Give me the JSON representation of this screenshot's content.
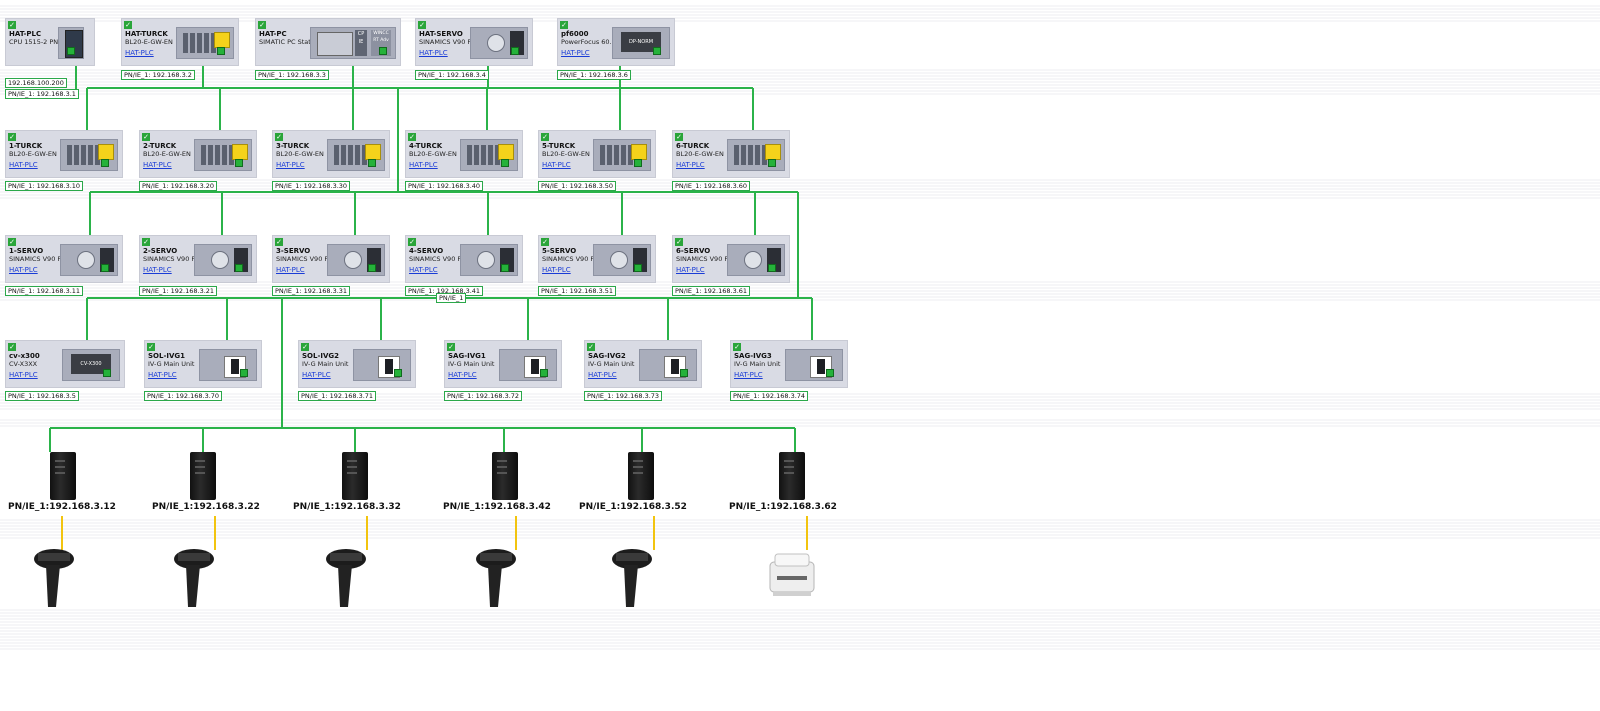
{
  "header_devices": [
    {
      "id": "hat-plc",
      "name": "HAT-PLC",
      "type": "CPU 1515-2 PN",
      "link": "",
      "iface": "PN/IE_1: 192.168.3.1",
      "iface2": "192.168.100.200",
      "img": "plc"
    },
    {
      "id": "hat-turck",
      "name": "HAT-TURCK",
      "type": "BL20-E-GW-EN",
      "link": "HAT-PLC",
      "iface": "PN/IE_1: 192.168.3.2",
      "img": "turck"
    },
    {
      "id": "hat-pc",
      "name": "HAT-PC",
      "type": "SIMATIC PC Stat...",
      "link": "",
      "iface": "PN/IE_1: 192.168.3.3",
      "img": "pc",
      "cp_label": "CP",
      "ie_label": "IE",
      "wincc_label": "WINCC",
      "rt_label": "RT Adv"
    },
    {
      "id": "hat-servo",
      "name": "HAT-SERVO",
      "type": "SINAMICS V90 P...",
      "link": "HAT-PLC",
      "iface": "PN/IE_1: 192.168.3.4",
      "img": "servo"
    },
    {
      "id": "pf6000",
      "name": "pf6000",
      "type": "PowerFocus 60...",
      "link": "HAT-PLC",
      "iface": "PN/IE_1: 192.168.3.6",
      "img": "dark",
      "dark_label": "DP-NORM"
    }
  ],
  "turck_row": [
    {
      "name": "1-TURCK",
      "type": "BL20-E-GW-EN",
      "link": "HAT-PLC",
      "iface": "PN/IE_1: 192.168.3.10"
    },
    {
      "name": "2-TURCK",
      "type": "BL20-E-GW-EN",
      "link": "HAT-PLC",
      "iface": "PN/IE_1: 192.168.3.20"
    },
    {
      "name": "3-TURCK",
      "type": "BL20-E-GW-EN",
      "link": "HAT-PLC",
      "iface": "PN/IE_1: 192.168.3.30"
    },
    {
      "name": "4-TURCK",
      "type": "BL20-E-GW-EN",
      "link": "HAT-PLC",
      "iface": "PN/IE_1: 192.168.3.40"
    },
    {
      "name": "5-TURCK",
      "type": "BL20-E-GW-EN",
      "link": "HAT-PLC",
      "iface": "PN/IE_1: 192.168.3.50"
    },
    {
      "name": "6-TURCK",
      "type": "BL20-E-GW-EN",
      "link": "HAT-PLC",
      "iface": "PN/IE_1: 192.168.3.60"
    }
  ],
  "servo_row": [
    {
      "name": "1-SERVO",
      "type": "SINAMICS V90 P...",
      "link": "HAT-PLC",
      "iface": "PN/IE_1: 192.168.3.11"
    },
    {
      "name": "2-SERVO",
      "type": "SINAMICS V90 P...",
      "link": "HAT-PLC",
      "iface": "PN/IE_1: 192.168.3.21"
    },
    {
      "name": "3-SERVO",
      "type": "SINAMICS V90 P...",
      "link": "HAT-PLC",
      "iface": "PN/IE_1: 192.168.3.31"
    },
    {
      "name": "4-SERVO",
      "type": "SINAMICS V90 P...",
      "link": "HAT-PLC",
      "iface": "PN/IE_1: 192.168.3.41"
    },
    {
      "name": "5-SERVO",
      "type": "SINAMICS V90 P...",
      "link": "HAT-PLC",
      "iface": "PN/IE_1: 192.168.3.51"
    },
    {
      "name": "6-SERVO",
      "type": "SINAMICS V90 P...",
      "link": "HAT-PLC",
      "iface": "PN/IE_1: 192.168.3.61"
    }
  ],
  "network_label": "PN/IE_1",
  "ivg_row": [
    {
      "name": "cv-x300",
      "type": "CV-X3XX",
      "link": "HAT-PLC",
      "iface": "PN/IE_1: 192.168.3.5",
      "img": "cvx",
      "dark_label": "CV-X300"
    },
    {
      "name": "SOL-IVG1",
      "type": "IV-G Main Unit",
      "link": "HAT-PLC",
      "iface": "PN/IE_1: 192.168.3.70",
      "img": "ivg"
    },
    {
      "name": "SOL-IVG2",
      "type": "IV-G Main Unit",
      "link": "HAT-PLC",
      "iface": "PN/IE_1: 192.168.3.71",
      "img": "ivg"
    },
    {
      "name": "SAG-IVG1",
      "type": "IV-G Main Unit",
      "link": "HAT-PLC",
      "iface": "PN/IE_1: 192.168.3.72",
      "img": "ivg"
    },
    {
      "name": "SAG-IVG2",
      "type": "IV-G Main Unit",
      "link": "HAT-PLC",
      "iface": "PN/IE_1: 192.168.3.73",
      "img": "ivg"
    },
    {
      "name": "SAG-IVG3",
      "type": "IV-G Main Unit",
      "link": "HAT-PLC",
      "iface": "PN/IE_1: 192.168.3.74",
      "img": "ivg"
    }
  ],
  "pc_row": [
    {
      "label": "PN/IE_1:192.168.3.12",
      "endpoint": "scanner"
    },
    {
      "label": "PN/IE_1:192.168.3.22",
      "endpoint": "scanner"
    },
    {
      "label": "PN/IE_1:192.168.3.32",
      "endpoint": "scanner"
    },
    {
      "label": "PN/IE_1:192.168.3.42",
      "endpoint": "scanner"
    },
    {
      "label": "PN/IE_1:192.168.3.52",
      "endpoint": "scanner"
    },
    {
      "label": "PN/IE_1:192.168.3.62",
      "endpoint": "printer"
    }
  ],
  "colors": {
    "network": "#2bb34a",
    "serial": "#f2c40f",
    "device_bg": "#d9dbe4",
    "link": "#1a3cd6"
  },
  "icons": {
    "check": "check-icon",
    "scanner": "barcode-scanner-icon",
    "printer": "label-printer-icon",
    "pc": "industrial-pc-icon"
  }
}
